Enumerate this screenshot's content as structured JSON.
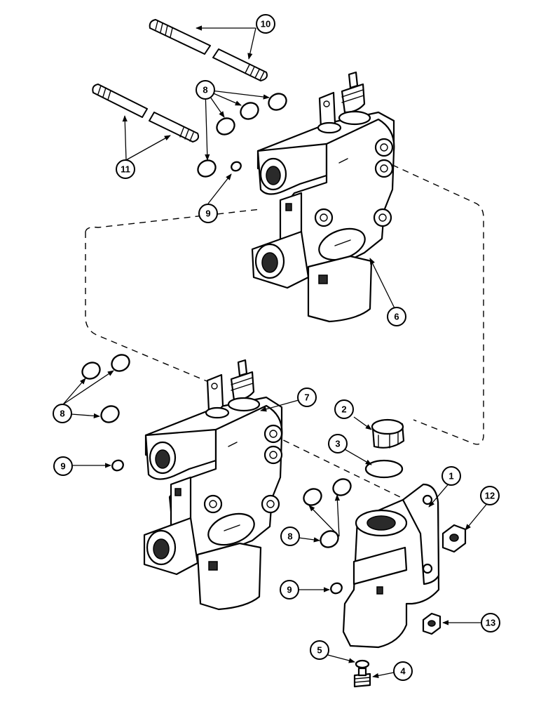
{
  "callouts": {
    "c1": "1",
    "c2": "2",
    "c3": "3",
    "c4": "4",
    "c5": "5",
    "c6": "6",
    "c7": "7",
    "c8a": "8",
    "c8b": "8",
    "c8c": "8",
    "c9a": "9",
    "c9b": "9",
    "c9c": "9",
    "c10": "10",
    "c11": "11",
    "c12": "12",
    "c13": "13"
  }
}
